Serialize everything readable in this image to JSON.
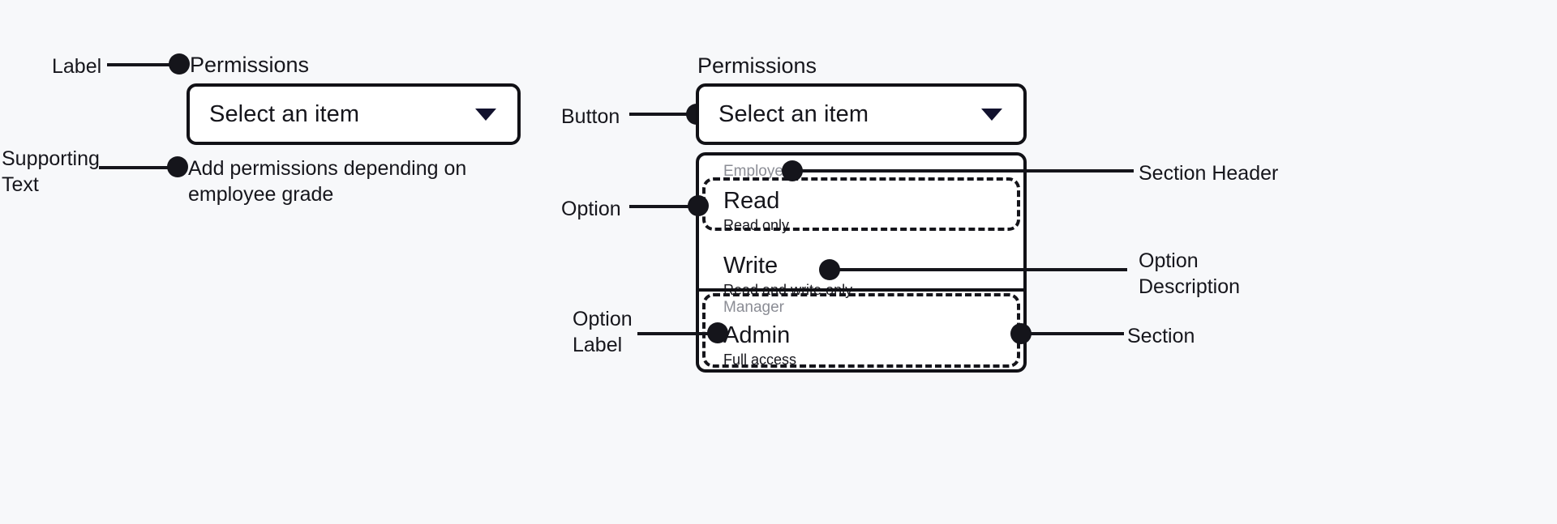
{
  "theme": {
    "background": "#f7f8fa",
    "surface": "#ffffff",
    "outline": "#111116",
    "text": "#15151b",
    "muted_text": "#8b8d95",
    "caret": "#12122e"
  },
  "left_spec": {
    "label": "Permissions",
    "select": {
      "value": "Select an item",
      "caret_icon": "chevron-down-icon"
    },
    "supporting_text": "Add permissions depending on\nemployee grade",
    "annotations": [
      {
        "id": "label",
        "text": "Label"
      },
      {
        "id": "supporting-text",
        "text": "Supporting\nText"
      }
    ]
  },
  "right_spec": {
    "label": "Permissions",
    "button": {
      "value": "Select an item",
      "caret_icon": "chevron-down-icon"
    },
    "listbox": {
      "sections": [
        {
          "header": "Employees",
          "options": [
            {
              "label": "Read",
              "description": "Read only"
            },
            {
              "label": "Write",
              "description": "Read and write only"
            }
          ]
        },
        {
          "header": "Manager",
          "options": [
            {
              "label": "Admin",
              "description": "Full access"
            }
          ]
        }
      ]
    },
    "annotations": [
      {
        "id": "button",
        "text": "Button"
      },
      {
        "id": "option",
        "text": "Option"
      },
      {
        "id": "option-label",
        "text": "Option\nLabel"
      },
      {
        "id": "section-header",
        "text": "Section Header"
      },
      {
        "id": "option-description",
        "text": "Option\nDescription"
      },
      {
        "id": "section",
        "text": "Section"
      }
    ]
  }
}
